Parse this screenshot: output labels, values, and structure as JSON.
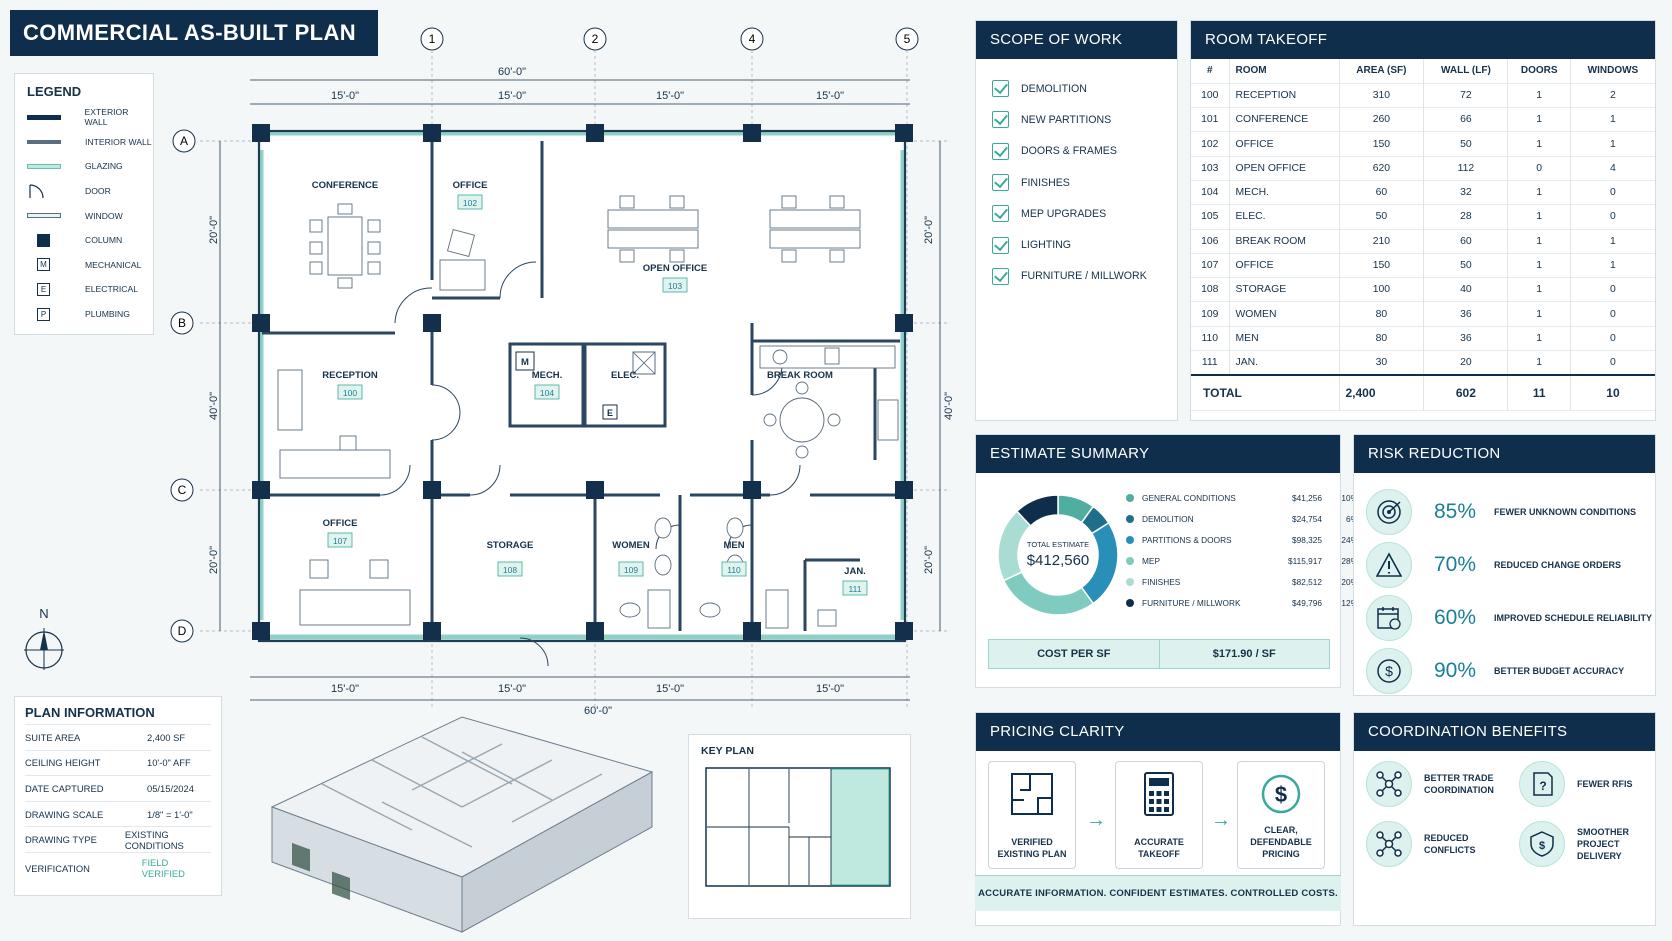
{
  "header": {
    "title": "COMMERCIAL AS-BUILT PLAN"
  },
  "legend": {
    "title": "LEGEND",
    "items": [
      {
        "label": "EXTERIOR WALL",
        "icon": "exterior-wall-symbol"
      },
      {
        "label": "INTERIOR WALL",
        "icon": "interior-wall-symbol"
      },
      {
        "label": "GLAZING",
        "icon": "glazing-symbol"
      },
      {
        "label": "DOOR",
        "icon": "door-symbol"
      },
      {
        "label": "WINDOW",
        "icon": "window-symbol"
      },
      {
        "label": "COLUMN",
        "icon": "column-symbol"
      },
      {
        "label": "MECHANICAL",
        "icon": "mechanical-symbol",
        "glyph": "M"
      },
      {
        "label": "ELECTRICAL",
        "icon": "electrical-symbol",
        "glyph": "E"
      },
      {
        "label": "PLUMBING",
        "icon": "plumbing-symbol",
        "glyph": "P"
      }
    ]
  },
  "plan": {
    "grid_cols": [
      "1",
      "2",
      "4",
      "5"
    ],
    "grid_rows": [
      "A",
      "B",
      "C",
      "D"
    ],
    "overall": "60'-0\"",
    "bay": "15'-0\"",
    "side_dims": [
      "20'-0\"",
      "40'-0\"",
      "20'-0\""
    ],
    "right_dims": [
      "20'-0\"",
      "40'-0\"",
      "20'-0\""
    ],
    "north": "N",
    "rooms": [
      {
        "name": "CONFERENCE",
        "num": ""
      },
      {
        "name": "OFFICE",
        "num": "102"
      },
      {
        "name": "OPEN OFFICE",
        "num": "103"
      },
      {
        "name": "RECEPTION",
        "num": "100"
      },
      {
        "name": "MECH.",
        "num": "104",
        "glyph": "M"
      },
      {
        "name": "ELEC.",
        "num": "",
        "glyph": "E"
      },
      {
        "name": "BREAK ROOM",
        "num": ""
      },
      {
        "name": "OFFICE",
        "num": "107"
      },
      {
        "name": "STORAGE",
        "num": "108"
      },
      {
        "name": "WOMEN",
        "num": "109"
      },
      {
        "name": "MEN",
        "num": "110"
      },
      {
        "name": "JAN.",
        "num": "111"
      }
    ]
  },
  "plan_info": {
    "title": "PLAN INFORMATION",
    "rows": [
      {
        "k": "SUITE AREA",
        "v": "2,400 SF"
      },
      {
        "k": "CEILING HEIGHT",
        "v": "10'-0\" AFF"
      },
      {
        "k": "DATE CAPTURED",
        "v": "05/15/2024"
      },
      {
        "k": "DRAWING SCALE",
        "v": "1/8\" = 1'-0\""
      },
      {
        "k": "DRAWING TYPE",
        "v": "EXISTING CONDITIONS"
      },
      {
        "k": "VERIFICATION",
        "v": "FIELD VERIFIED"
      }
    ]
  },
  "key_plan": {
    "title": "KEY PLAN"
  },
  "scope": {
    "title": "SCOPE OF WORK",
    "items": [
      "DEMOLITION",
      "NEW PARTITIONS",
      "DOORS & FRAMES",
      "FINISHES",
      "MEP UPGRADES",
      "LIGHTING",
      "FURNITURE / MILLWORK"
    ]
  },
  "takeoff": {
    "title": "ROOM TAKEOFF",
    "headers": [
      "#",
      "ROOM",
      "AREA (SF)",
      "WALL (LF)",
      "DOORS",
      "WINDOWS"
    ],
    "rows": [
      [
        "100",
        "RECEPTION",
        "310",
        "72",
        "1",
        "2"
      ],
      [
        "101",
        "CONFERENCE",
        "260",
        "66",
        "1",
        "1"
      ],
      [
        "102",
        "OFFICE",
        "150",
        "50",
        "1",
        "1"
      ],
      [
        "103",
        "OPEN OFFICE",
        "620",
        "112",
        "0",
        "4"
      ],
      [
        "104",
        "MECH.",
        "60",
        "32",
        "1",
        "0"
      ],
      [
        "105",
        "ELEC.",
        "50",
        "28",
        "1",
        "0"
      ],
      [
        "106",
        "BREAK ROOM",
        "210",
        "60",
        "1",
        "1"
      ],
      [
        "107",
        "OFFICE",
        "150",
        "50",
        "1",
        "1"
      ],
      [
        "108",
        "STORAGE",
        "100",
        "40",
        "1",
        "0"
      ],
      [
        "109",
        "WOMEN",
        "80",
        "36",
        "1",
        "0"
      ],
      [
        "110",
        "MEN",
        "80",
        "36",
        "1",
        "0"
      ],
      [
        "111",
        "JAN.",
        "30",
        "20",
        "1",
        "0"
      ]
    ],
    "total": [
      "TOTAL",
      "2,400",
      "602",
      "11",
      "10"
    ]
  },
  "estimate": {
    "title": "ESTIMATE SUMMARY",
    "center_label": "TOTAL ESTIMATE",
    "center_value": "$412,560",
    "cost_label": "COST PER SF",
    "cost_value": "$171.90 / SF"
  },
  "chart_data": {
    "type": "pie",
    "title": "",
    "categories": [
      "GENERAL CONDITIONS",
      "DEMOLITION",
      "PARTITIONS & DOORS",
      "MEP",
      "FINISHES",
      "FURNITURE / MILLWORK"
    ],
    "amounts": [
      "$41,256",
      "$24,754",
      "$98,325",
      "$115,917",
      "$82,512",
      "$49,796"
    ],
    "values": [
      10,
      6,
      24,
      28,
      20,
      12
    ],
    "colors": [
      "#4fae9f",
      "#1f6f8b",
      "#2a8fb8",
      "#7fcbbf",
      "#a9ddd3",
      "#0f2e4c"
    ],
    "legend": "right"
  },
  "risk": {
    "title": "RISK REDUCTION",
    "items": [
      {
        "pct": "85%",
        "label": "FEWER UNKNOWN CONDITIONS",
        "icon": "target-icon"
      },
      {
        "pct": "70%",
        "label": "REDUCED CHANGE ORDERS",
        "icon": "warning-icon"
      },
      {
        "pct": "60%",
        "label": "IMPROVED SCHEDULE RELIABILITY",
        "icon": "calendar-icon"
      },
      {
        "pct": "90%",
        "label": "BETTER BUDGET ACCURACY",
        "icon": "dollar-icon"
      }
    ]
  },
  "pricing": {
    "title": "PRICING CLARITY",
    "steps": [
      {
        "l1": "VERIFIED",
        "l2": "EXISTING PLAN",
        "icon": "floor-plan-icon"
      },
      {
        "l1": "ACCURATE",
        "l2": "TAKEOFF",
        "icon": "calculator-icon"
      },
      {
        "l1": "CLEAR, DEFENDABLE",
        "l2": "PRICING",
        "icon": "dollar-icon"
      }
    ],
    "band": "ACCURATE INFORMATION. CONFIDENT ESTIMATES. CONTROLLED COSTS."
  },
  "coord": {
    "title": "COORDINATION BENEFITS",
    "items": [
      {
        "l1": "BETTER TRADE",
        "l2": "COORDINATION",
        "l3": "",
        "icon": "network-icon"
      },
      {
        "l1": "FEWER RFIS",
        "l2": "",
        "l3": "",
        "icon": "question-doc-icon"
      },
      {
        "l1": "REDUCED",
        "l2": "CONFLICTS",
        "l3": "",
        "icon": "network-icon"
      },
      {
        "l1": "SMOOTHER",
        "l2": "PROJECT",
        "l3": "DELIVERY",
        "icon": "shield-dollar-icon"
      }
    ]
  },
  "colors": {
    "navy": "#0f2e4c",
    "teal": "#3aa99b",
    "light_teal": "#ddf2ee"
  }
}
